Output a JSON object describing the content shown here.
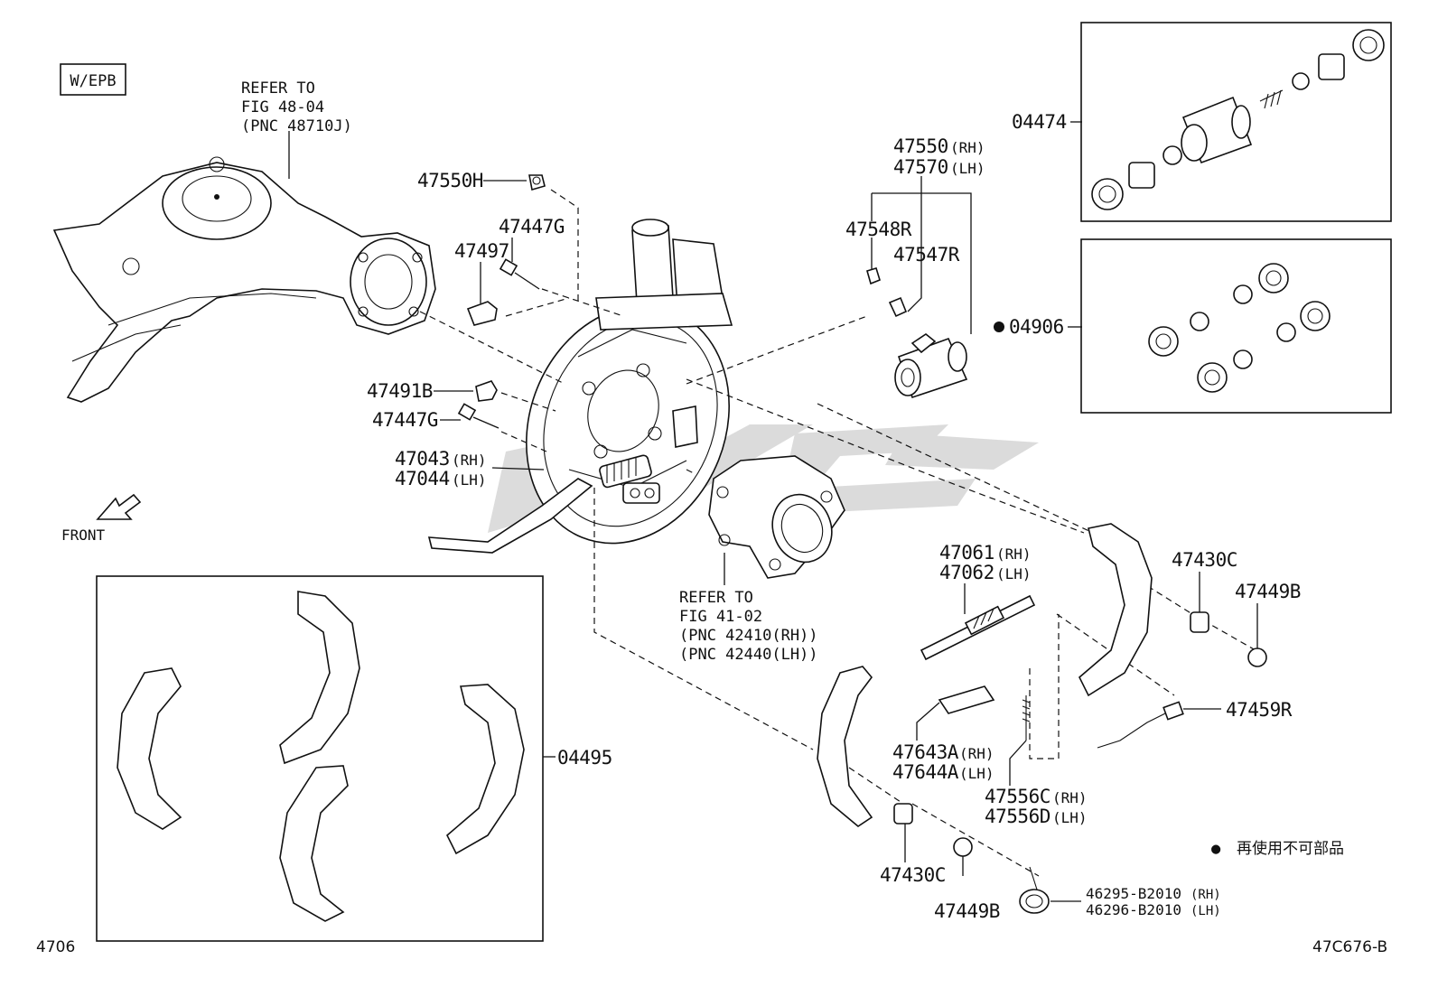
{
  "diagram": {
    "variant_badge": "W/EPB",
    "front_label": "FRONT",
    "fig_number": "4706",
    "drawing_code": "47C676-B",
    "legend": {
      "bullet": "●",
      "text": "再使用不可部品"
    },
    "refer_axle": {
      "line1": "REFER TO",
      "line2": "FIG 48-04",
      "line3": "(PNC 48710J)"
    },
    "refer_hub": {
      "line1": "REFER TO",
      "line2": "FIG 41-02",
      "line3": "(PNC 42410(RH))",
      "line4": "(PNC 42440(LH))"
    },
    "parts": {
      "p47550H": "47550H",
      "p47447G_top": "47447G",
      "p47497": "47497",
      "p47491B": "47491B",
      "p47447G_mid": "47447G",
      "p47043": "47043",
      "p47044": "47044",
      "p47550": "47550",
      "p47570": "47570",
      "p47548R": "47548R",
      "p47547R": "47547R",
      "p04474": "04474",
      "p04906": "04906",
      "p47430C_right": "47430C",
      "p47449B_right": "47449B",
      "p47061": "47061",
      "p47062": "47062",
      "p47459R": "47459R",
      "p47643A": "47643A",
      "p47644A": "47644A",
      "p47556C": "47556C",
      "p47556D": "47556D",
      "p04495": "04495",
      "p47430C_bottom": "47430C",
      "p47449B_bottom": "47449B",
      "p46295": "46295-B2010",
      "p46296": "46296-B2010"
    },
    "side": {
      "rh": "(RH)",
      "lh": "(LH)"
    }
  }
}
